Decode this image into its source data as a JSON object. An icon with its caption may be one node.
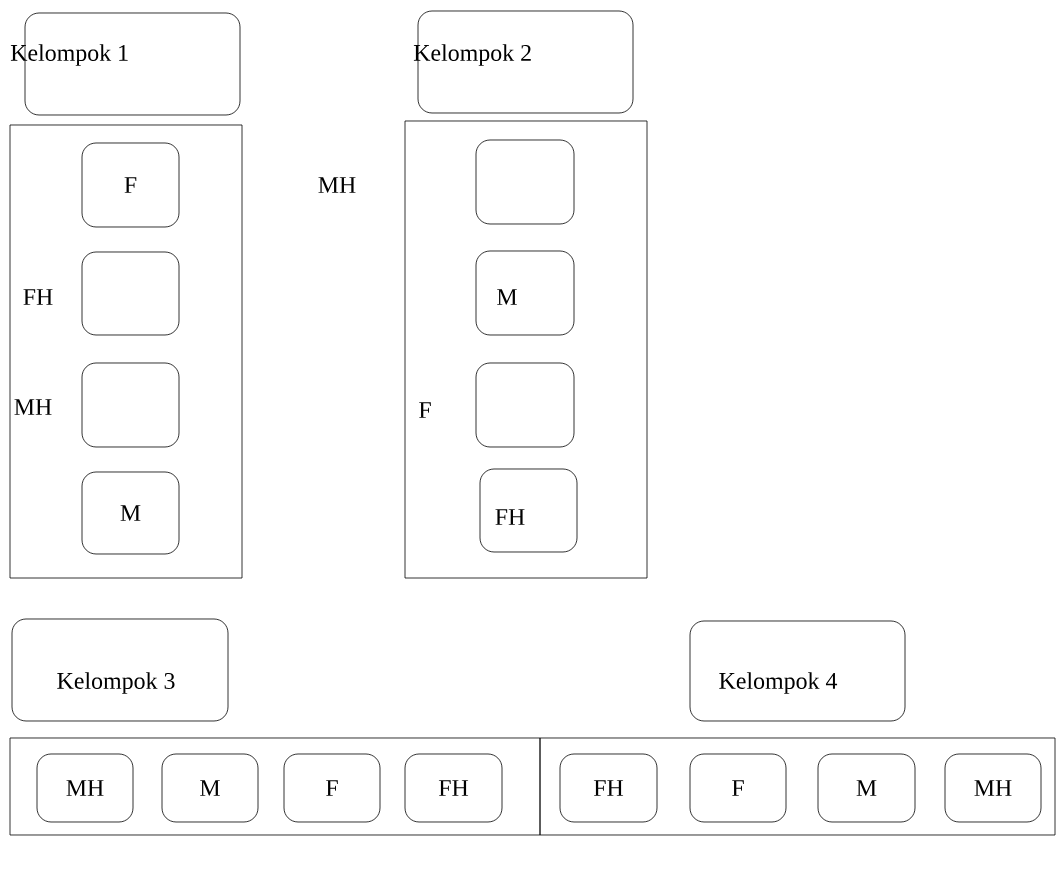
{
  "diagram": {
    "nodes": [
      {
        "text": [
          "Kelompok 1"
        ]
      },
      {
        "text": [],
        "shape": "box"
      },
      {
        "text": [
          "F"
        ],
        "in": 1
      },
      {
        "text": [],
        "shape": "box",
        "in": 1,
        "beside": [
          "FH"
        ]
      },
      {
        "text": [],
        "shape": "box",
        "in": 1,
        "beside": [
          "MH"
        ]
      },
      {
        "text": [
          "M"
        ],
        "in": 1
      },
      {
        "text": [
          "Kelompok 2"
        ]
      },
      {
        "text": [],
        "shape": "box"
      },
      {
        "text": [],
        "shape": "box",
        "in": 7
      },
      {
        "text": [
          "M"
        ],
        "in": 7
      },
      {
        "text": [],
        "shape": "box",
        "in": 7,
        "beside": [
          "F"
        ]
      },
      {
        "text": [
          "FH"
        ],
        "in": 7
      },
      {
        "text": [
          "Kelompok 3"
        ]
      },
      {
        "text": [
          "Kelompok 4"
        ]
      },
      {
        "text": [],
        "shape": "box"
      },
      {
        "text": [
          "MH"
        ],
        "in": 14
      },
      {
        "text": [
          "M"
        ],
        "in": 14
      },
      {
        "text": [
          "F"
        ],
        "in": 14
      },
      {
        "text": [
          "FH"
        ],
        "in": 14
      },
      {
        "text": [],
        "shape": "box"
      },
      {
        "text": [
          "FH"
        ],
        "in": 19
      },
      {
        "text": [
          "F"
        ],
        "in": 19
      },
      {
        "text": [
          "M"
        ],
        "in": 19
      },
      {
        "text": [
          "MH"
        ],
        "in": 19
      }
    ],
    "labels": [
      "MH"
    ]
  }
}
